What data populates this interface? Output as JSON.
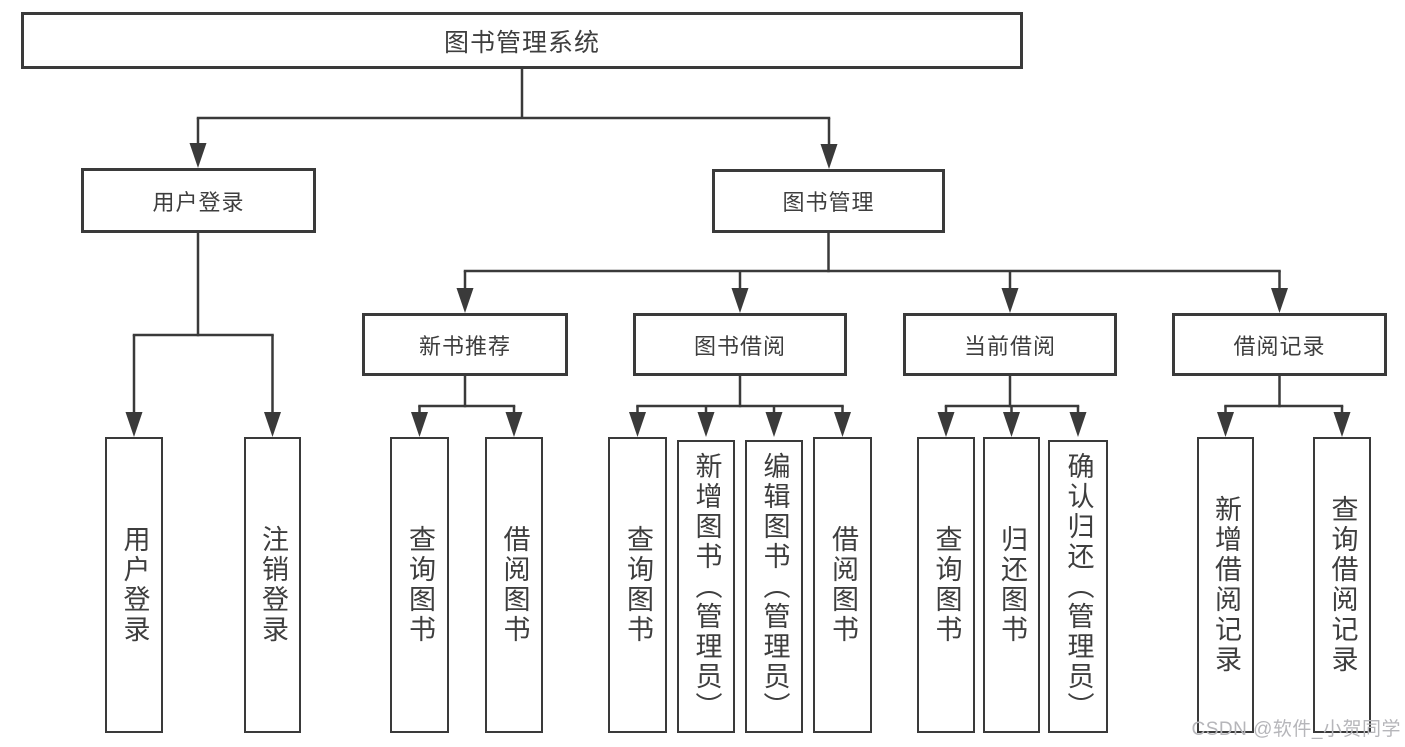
{
  "diagram": {
    "title": "图书管理系统",
    "root": {
      "label": "图书管理系统"
    },
    "level2": [
      {
        "label": "用户登录"
      },
      {
        "label": "图书管理"
      }
    ],
    "level3": [
      {
        "label": "新书推荐"
      },
      {
        "label": "图书借阅"
      },
      {
        "label": "当前借阅"
      },
      {
        "label": "借阅记录"
      }
    ],
    "leaves": [
      {
        "label": "用户登录",
        "parent": "用户登录"
      },
      {
        "label": "注销登录",
        "parent": "用户登录"
      },
      {
        "label": "查询图书",
        "parent": "新书推荐"
      },
      {
        "label": "借阅图书",
        "parent": "新书推荐"
      },
      {
        "label": "查询图书",
        "parent": "图书借阅"
      },
      {
        "label": "新增图书（管理员）",
        "parent": "图书借阅"
      },
      {
        "label": "编辑图书（管理员）",
        "parent": "图书借阅"
      },
      {
        "label": "借阅图书",
        "parent": "图书借阅"
      },
      {
        "label": "查询图书",
        "parent": "当前借阅"
      },
      {
        "label": "归还图书",
        "parent": "当前借阅"
      },
      {
        "label": "确认归还（管理员）",
        "parent": "当前借阅"
      },
      {
        "label": "新增借阅记录",
        "parent": "借阅记录"
      },
      {
        "label": "查询借阅记录",
        "parent": "借阅记录"
      }
    ]
  },
  "watermark": {
    "text": "CSDN @软件_小贺同学"
  },
  "colors": {
    "line": "#3a3a3a",
    "text": "#3e3e3e",
    "watermark": "#b6b6ba",
    "background": "#ffffff"
  }
}
